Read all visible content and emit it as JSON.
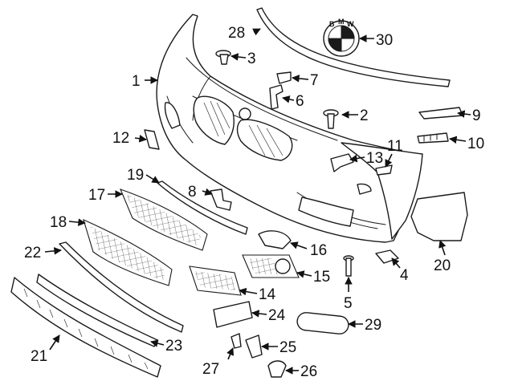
{
  "diagram": {
    "callouts": [
      "1",
      "2",
      "3",
      "4",
      "5",
      "6",
      "7",
      "8",
      "9",
      "10",
      "11",
      "12",
      "13",
      "14",
      "15",
      "16",
      "17",
      "18",
      "19",
      "20",
      "21",
      "22",
      "23",
      "24",
      "25",
      "26",
      "27",
      "28",
      "29",
      "30"
    ],
    "emblem_letters": [
      "B",
      "M",
      "W"
    ],
    "colors": {
      "line": "#1a1a1a",
      "background": "#ffffff"
    }
  }
}
